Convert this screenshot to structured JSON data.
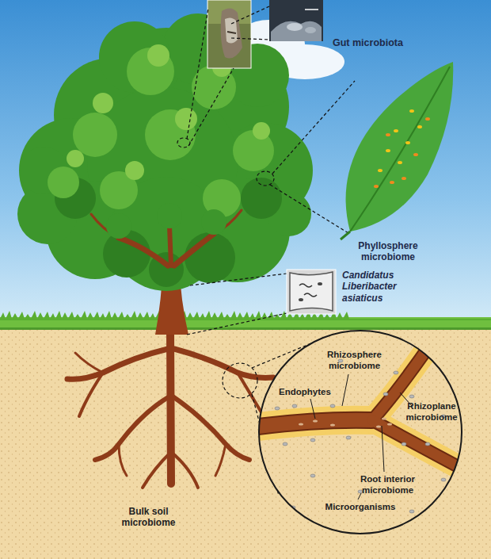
{
  "diagram": {
    "labels": [
      "Gut microbiota",
      "Phyllosphere microbiome",
      "Candidatus Liberibacter asiaticus",
      "Rhizosphere microbiome",
      "Endophytes",
      "Rhizoplane microbiome",
      "Root interior microbiome",
      "Microorganisms",
      "Bulk soil microbiome"
    ]
  }
}
